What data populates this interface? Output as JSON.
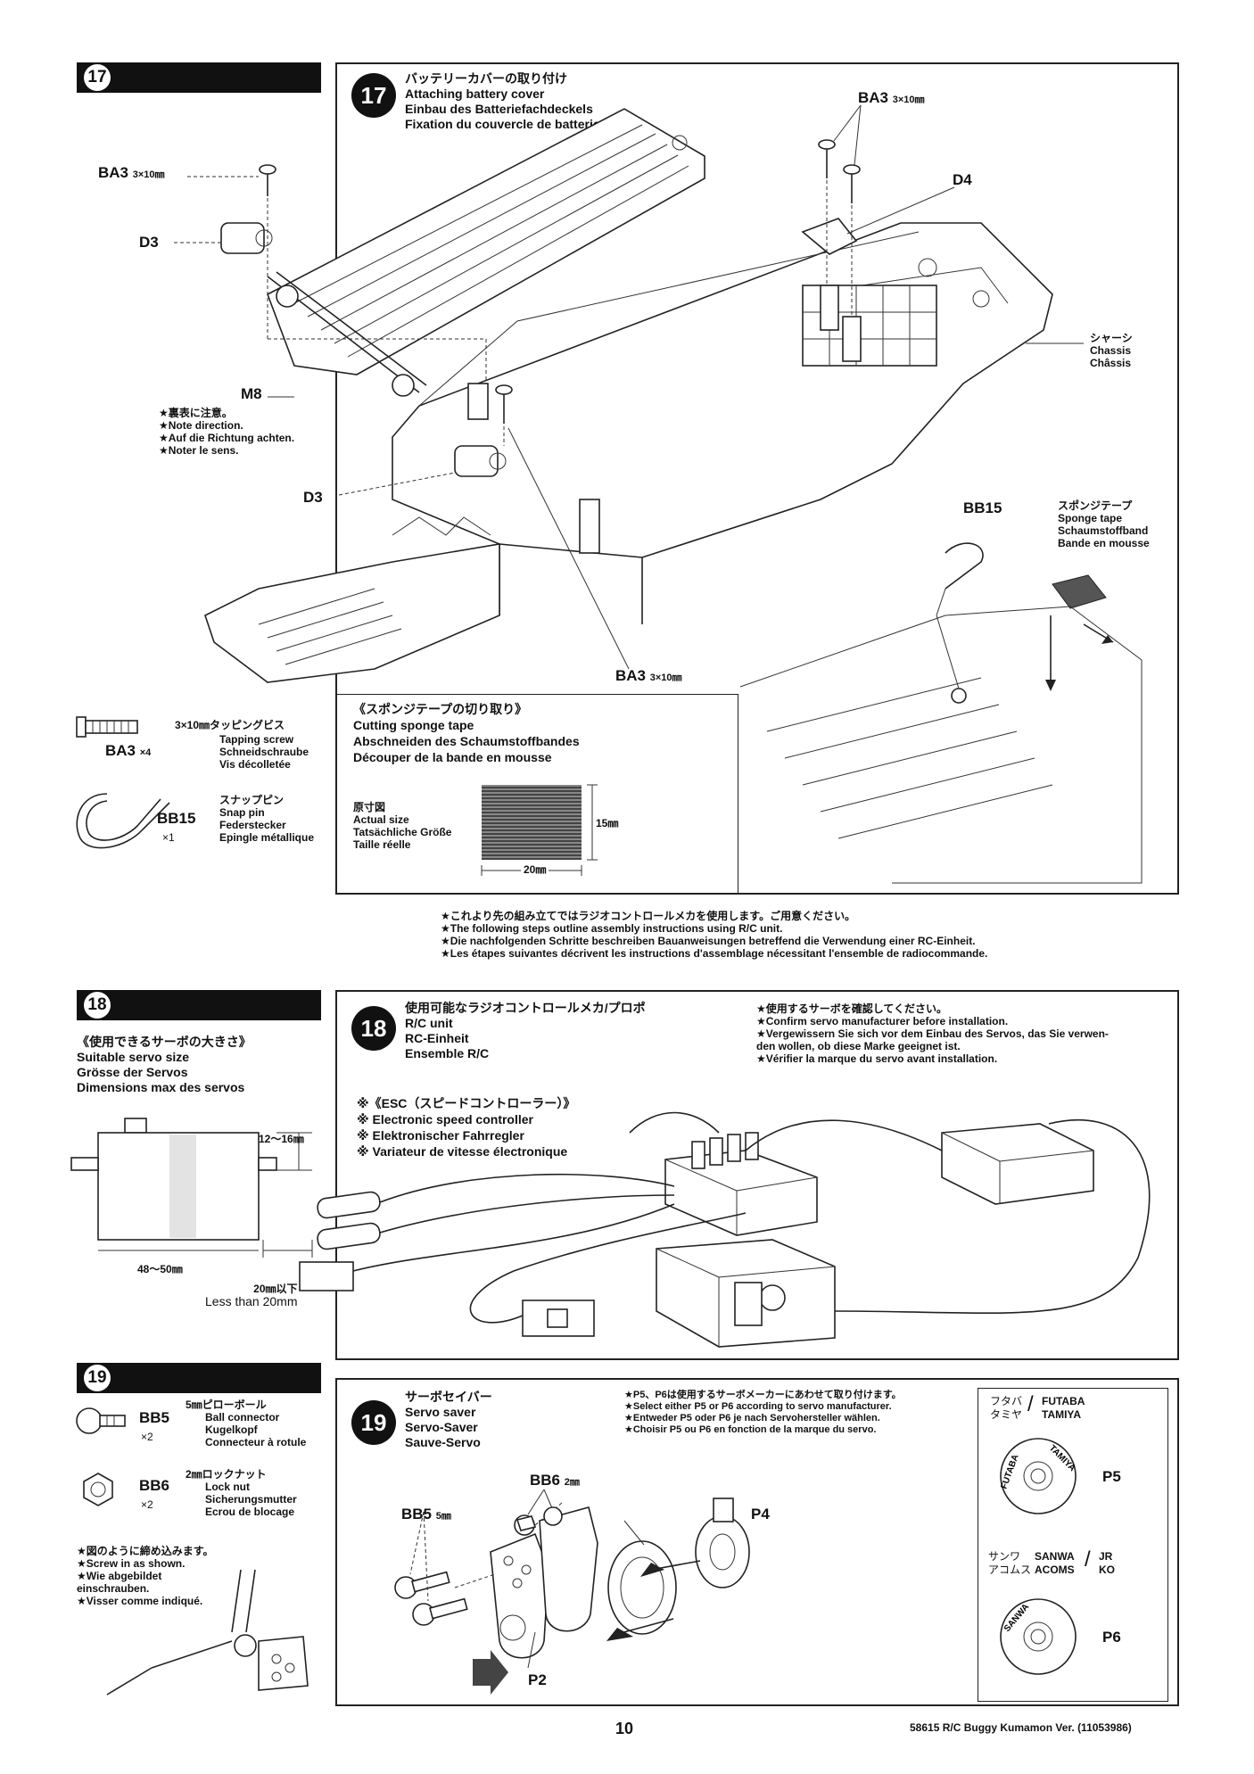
{
  "step17": {
    "number": "17",
    "title_jp": "バッテリーカバーの取り付け",
    "title_en": "Attaching battery cover",
    "title_de": "Einbau des Batteriefachdeckels",
    "title_fr": "Fixation du couvercle de batterie",
    "labels": {
      "ba3_left": "BA3",
      "ba3_left_size": "3×10㎜",
      "ba3_top": "BA3",
      "ba3_top_size": "3×10㎜",
      "ba3_bottom": "BA3",
      "ba3_bottom_size": "3×10㎜",
      "d3_upper": "D3",
      "d3_lower": "D3",
      "d4": "D4",
      "m8": "M8",
      "bb15": "BB15"
    },
    "note": [
      "★裏表に注意。",
      "★Note direction.",
      "★Auf die Richtung achten.",
      "★Noter le sens."
    ],
    "chassis": [
      "シャーシ",
      "Chassis",
      "Châssis"
    ],
    "sponge": [
      "スポンジテープ",
      "Sponge tape",
      "Schaumstoffband",
      "Bande en mousse"
    ],
    "parts": {
      "ba3": {
        "code": "BA3",
        "qty": "×4",
        "size": "3×10㎜タッピングビス",
        "lines": [
          "Tapping screw",
          "Schneidschraube",
          "Vis décolletée"
        ]
      },
      "bb15": {
        "code": "BB15",
        "qty": "×1",
        "jp": "スナップピン",
        "lines": [
          "Snap pin",
          "Federstecker",
          "Epingle métallique"
        ]
      }
    },
    "cutting": {
      "title_jp": "《スポンジテープの切り取り》",
      "lines": [
        "Cutting sponge tape",
        "Abschneiden des Schaumstoffbandes",
        "Découper de la bande en mousse"
      ],
      "actual": [
        "原寸図",
        "Actual size",
        "Tatsächliche Größe",
        "Taille réelle"
      ],
      "height": "15㎜",
      "width": "20㎜"
    },
    "rc_notice": [
      "★これより先の組み立てではラジオコントロールメカを使用します。ご用意ください。",
      "★The following steps outline assembly instructions using R/C unit.",
      "★Die nachfolgenden Schritte beschreiben Bauanweisungen betreffend die Verwendung einer RC-Einheit.",
      "★Les étapes suivantes décrivent les instructions d'assemblage nécessitant l'ensemble de radiocommande."
    ]
  },
  "step18": {
    "number": "18",
    "servo_size": [
      "《使用できるサーボの大きさ》",
      "Suitable servo size",
      "Grösse der Servos",
      "Dimensions max des servos"
    ],
    "dim_height": "12～16㎜",
    "dim_width": "48～50㎜",
    "dim_bottom": [
      "20㎜以下",
      "Less than 20mm"
    ],
    "title_jp": "使用可能なラジオコントロールメカ/プロポ",
    "title_lines": [
      "R/C unit",
      "RC-Einheit",
      "Ensemble R/C"
    ],
    "confirm": [
      "★使用するサーボを確認してください。",
      "★Confirm servo manufacturer before installation.",
      "★Vergewissern Sie sich vor dem Einbau des Servos, das Sie verwen-",
      "den wollen, ob diese Marke geeignet ist.",
      "★Vérifier la marque du servo avant installation."
    ],
    "esc": [
      "※《ESC（スピードコントローラー）》",
      "※ Electronic speed controller",
      "※ Elektronischer Fahrregler",
      "※ Variateur de vitesse électronique"
    ]
  },
  "step19": {
    "number": "19",
    "parts": {
      "bb5": {
        "code": "BB5",
        "qty": "×2",
        "jp": "5㎜ピローボール",
        "lines": [
          "Ball connector",
          "Kugelkopf",
          "Connecteur à rotule"
        ]
      },
      "bb6": {
        "code": "BB6",
        "qty": "×2",
        "jp": "2㎜ロックナット",
        "lines": [
          "Lock nut",
          "Sicherungsmutter",
          "Ecrou de blocage"
        ]
      }
    },
    "screw_note": [
      "★図のように締め込みます。",
      "★Screw in as shown.",
      "★Wie abgebildet",
      "einschrauben.",
      "★Visser comme indiqué."
    ],
    "title_jp": "サーボセイバー",
    "title_lines": [
      "Servo saver",
      "Servo-Saver",
      "Sauve-Servo"
    ],
    "select_note": [
      "★P5、P6は使用するサーボメーカーにあわせて取り付けます。",
      "★Select either P5 or P6 according to servo manufacturer.",
      "★Entweder P5 oder P6 je nach Servohersteller wählen.",
      "★Choisir P5 ou P6 en fonction de la marque du servo."
    ],
    "labels": {
      "bb6": "BB6",
      "bb6_size": "2㎜",
      "bb5": "BB5",
      "bb5_size": "5㎜",
      "p4": "P4",
      "p2": "P2"
    },
    "brands": {
      "futaba_jp": "フタバ",
      "tamiya_jp": "タミヤ",
      "futaba": "FUTABA",
      "tamiya": "TAMIYA",
      "sanwa_jp": "サンワ",
      "acoms_jp": "アコムス",
      "sanwa": "SANWA",
      "acoms": "ACOMS",
      "jr": "JR",
      "ko": "KO",
      "disc_futaba": "FUTABA",
      "disc_tamiya": "TAMIYA",
      "disc_sanwa": "SANWA",
      "p5": "P5",
      "p6": "P6"
    }
  },
  "footer": {
    "page": "10",
    "product": "58615 R/C Buggy Kumamon Ver. (11053986)"
  }
}
